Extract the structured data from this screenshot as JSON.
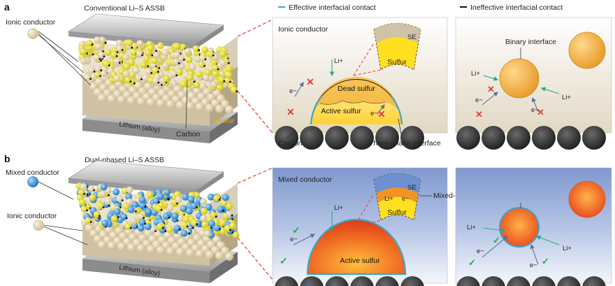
{
  "panel_a": {
    "letter": "a",
    "title": "Conventional Li–S ASSB",
    "ionic_conductor": "Ionic conductor",
    "carbon": "Carbon",
    "sulfur": "Sulfur",
    "lithium": "Lithium (alloy)",
    "legend_effective": "Effective interfacial contact",
    "legend_ineffective": "Ineffective interfacial contact",
    "box1_title": "Ionic conductor",
    "inset_se": "SE",
    "inset_sulfur": "Sulfur",
    "li_plus": "Li+",
    "e_minus": "e−",
    "dead_sulfur": "Dead sulfur",
    "active_sulfur": "Active sulfur",
    "carbon_bottom": "Carbon",
    "three_phase": "Three-phase interface",
    "binary_interface": "Binary interface"
  },
  "panel_b": {
    "letter": "b",
    "title": "Dual-phased Li–S ASSB",
    "mixed_conductor": "Mixed conductor",
    "ionic_conductor": "Ionic conductor",
    "lithium": "Lithium (alloy)",
    "box1_title": "Mixed conductor",
    "inset_se": "SE",
    "inset_sulfur": "Sulfur",
    "inset_li": "Li+",
    "inset_e": "e−",
    "mixed_domain": "Mixed-conduction domain",
    "active_sulfur": "Active sulfur",
    "li_plus": "Li+",
    "e_minus": "e−"
  },
  "colors": {
    "effective": "#3aa7c9",
    "ineffective": "#111111",
    "sulfur_text": "#e0b21a",
    "cross": "#e23b3b",
    "check": "#2aa84a",
    "arrow_ion": "#27a88a",
    "arrow_e": "#5b6f97"
  }
}
